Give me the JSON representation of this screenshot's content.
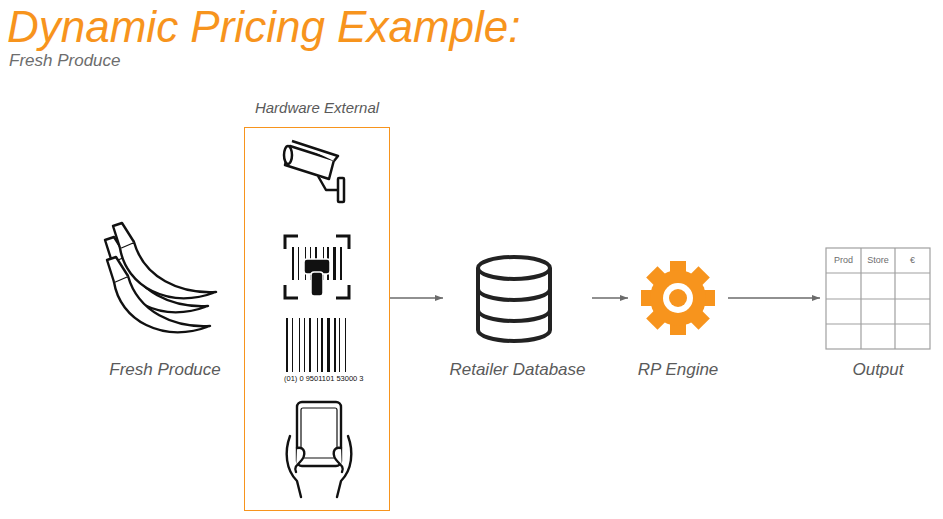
{
  "diagram": {
    "title": "Dynamic Pricing Example:",
    "nodes": [
      {
        "text": [
          "Fresh Produce"
        ]
      },
      {
        "text": [
          "Hardware External"
        ]
      },
      {
        "text": [
          "Retailer Database"
        ]
      },
      {
        "text": [
          "RP Engine"
        ]
      },
      {
        "text": [
          "Output"
        ]
      }
    ],
    "edges": [
      {
        "from": 1,
        "to": 2,
        "arrow": "to"
      },
      {
        "from": 2,
        "to": 3,
        "arrow": "to"
      },
      {
        "from": 3,
        "to": 4,
        "arrow": "to"
      }
    ],
    "labels": [
      "Fresh Produce",
      "(01) 0 9501101 53000 3",
      "Prod",
      "Store",
      "€"
    ]
  }
}
